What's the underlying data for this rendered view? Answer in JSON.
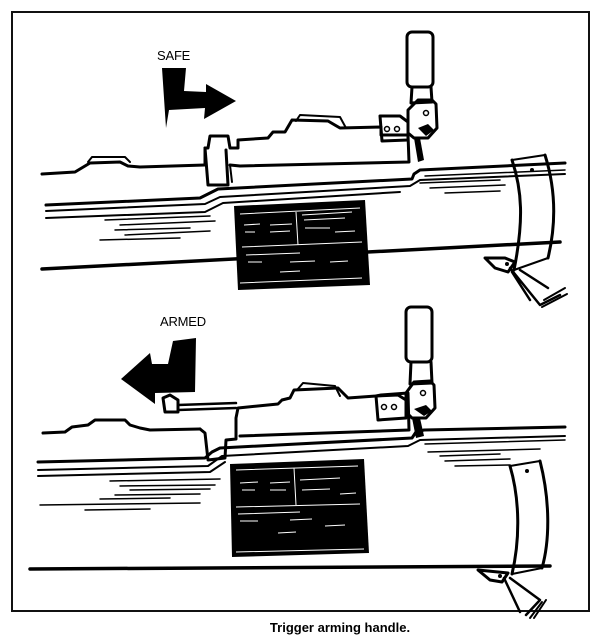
{
  "figure": {
    "caption": "Trigger arming handle.",
    "panels": [
      {
        "id": "top",
        "state_label": "SAFE",
        "arrow_direction": "right"
      },
      {
        "id": "bottom",
        "state_label": "ARMED",
        "arrow_direction": "left"
      }
    ]
  },
  "colors": {
    "ink": "#000000",
    "paper": "#ffffff"
  }
}
